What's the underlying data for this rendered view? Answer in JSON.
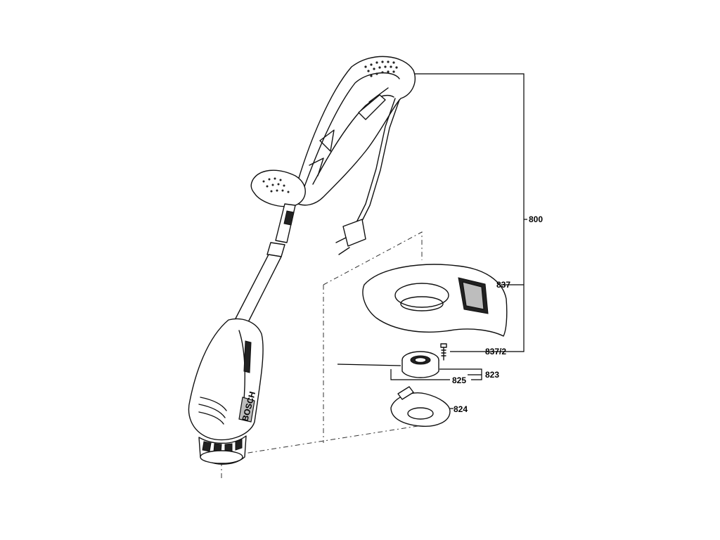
{
  "parts": [
    {
      "id": "p800",
      "label": "800"
    },
    {
      "id": "p837",
      "label": "837"
    },
    {
      "id": "p837_2",
      "label": "837/2"
    },
    {
      "id": "p823",
      "label": "823"
    },
    {
      "id": "p825",
      "label": "825"
    },
    {
      "id": "p824",
      "label": "824"
    }
  ],
  "housing_brand": "BOSCH"
}
